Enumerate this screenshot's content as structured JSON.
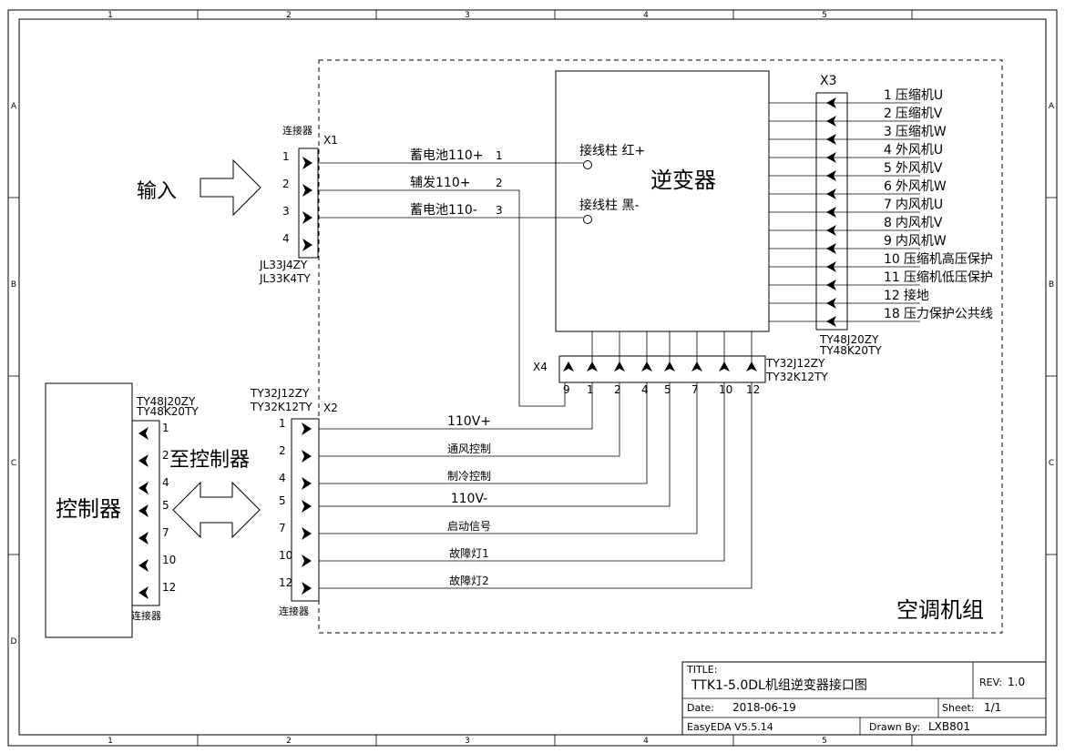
{
  "frame": {
    "col_labels": [
      "1",
      "2",
      "3",
      "4",
      "5"
    ],
    "row_labels": [
      "A",
      "B",
      "C",
      "D"
    ]
  },
  "group_label": "空调机组",
  "inverter": {
    "title": "逆变器",
    "post_red": "接线柱 红+",
    "post_black": "接线柱 黑-"
  },
  "input": {
    "label": "输入"
  },
  "to_controller": {
    "label": "至控制器"
  },
  "controller": {
    "label": "控制器"
  },
  "x1": {
    "name": "X1",
    "type": "连接器",
    "part1": "JL33J4ZY",
    "part2": "JL33K4TY",
    "pins": [
      "1",
      "2",
      "3",
      "4"
    ]
  },
  "x2": {
    "name": "X2",
    "type": "连接器",
    "part1": "TY32J12ZY",
    "part2": "TY32K12TY",
    "pins": [
      "1",
      "2",
      "4",
      "5",
      "7",
      "10",
      "12"
    ]
  },
  "x3": {
    "name": "X3",
    "part1": "TY48J20ZY",
    "part2": "TY48K20TY"
  },
  "x4": {
    "name": "X4",
    "part1": "TY32J12ZY",
    "part2": "TY32K12TY",
    "pins": [
      "9",
      "1",
      "2",
      "4",
      "5",
      "7",
      "10",
      "12"
    ]
  },
  "ctrl_conn": {
    "type": "连接器",
    "part1": "TY48J20ZY",
    "part2": "TY48K20TY",
    "pins": [
      "1",
      "2",
      "4",
      "5",
      "7",
      "10",
      "12"
    ]
  },
  "input_wires": [
    {
      "label": "蓄电池110+",
      "num": "1"
    },
    {
      "label": "辅发110+",
      "num": "2"
    },
    {
      "label": "蓄电池110-",
      "num": "3"
    }
  ],
  "x3_outputs": [
    {
      "num": "1",
      "label": "压缩机U"
    },
    {
      "num": "2",
      "label": "压缩机V"
    },
    {
      "num": "3",
      "label": "压缩机W"
    },
    {
      "num": "4",
      "label": "外风机U"
    },
    {
      "num": "5",
      "label": "外风机V"
    },
    {
      "num": "6",
      "label": "外风机W"
    },
    {
      "num": "7",
      "label": "内风机U"
    },
    {
      "num": "8",
      "label": "内风机V"
    },
    {
      "num": "9",
      "label": "内风机W"
    },
    {
      "num": "10",
      "label": "压缩机高压保护"
    },
    {
      "num": "11",
      "label": "压缩机低压保护"
    },
    {
      "num": "12",
      "label": "接地"
    },
    {
      "num": "18",
      "label": "压力保护公共线"
    }
  ],
  "signal_wires": [
    "110V+",
    "通风控制",
    "制冷控制",
    "110V-",
    "启动信号",
    "故障灯1",
    "故障灯2"
  ],
  "title_block": {
    "title_caption": "TITLE:",
    "title": "TTK1-5.0DL机组逆变器接口图",
    "rev_caption": "REV:",
    "rev": "1.0",
    "date_caption": "Date:",
    "date": "2018-06-19",
    "sheet_caption": "Sheet:",
    "sheet": "1/1",
    "tool": "EasyEDA V5.5.14",
    "drawn_caption": "Drawn By:",
    "drawn": "LXB801"
  }
}
